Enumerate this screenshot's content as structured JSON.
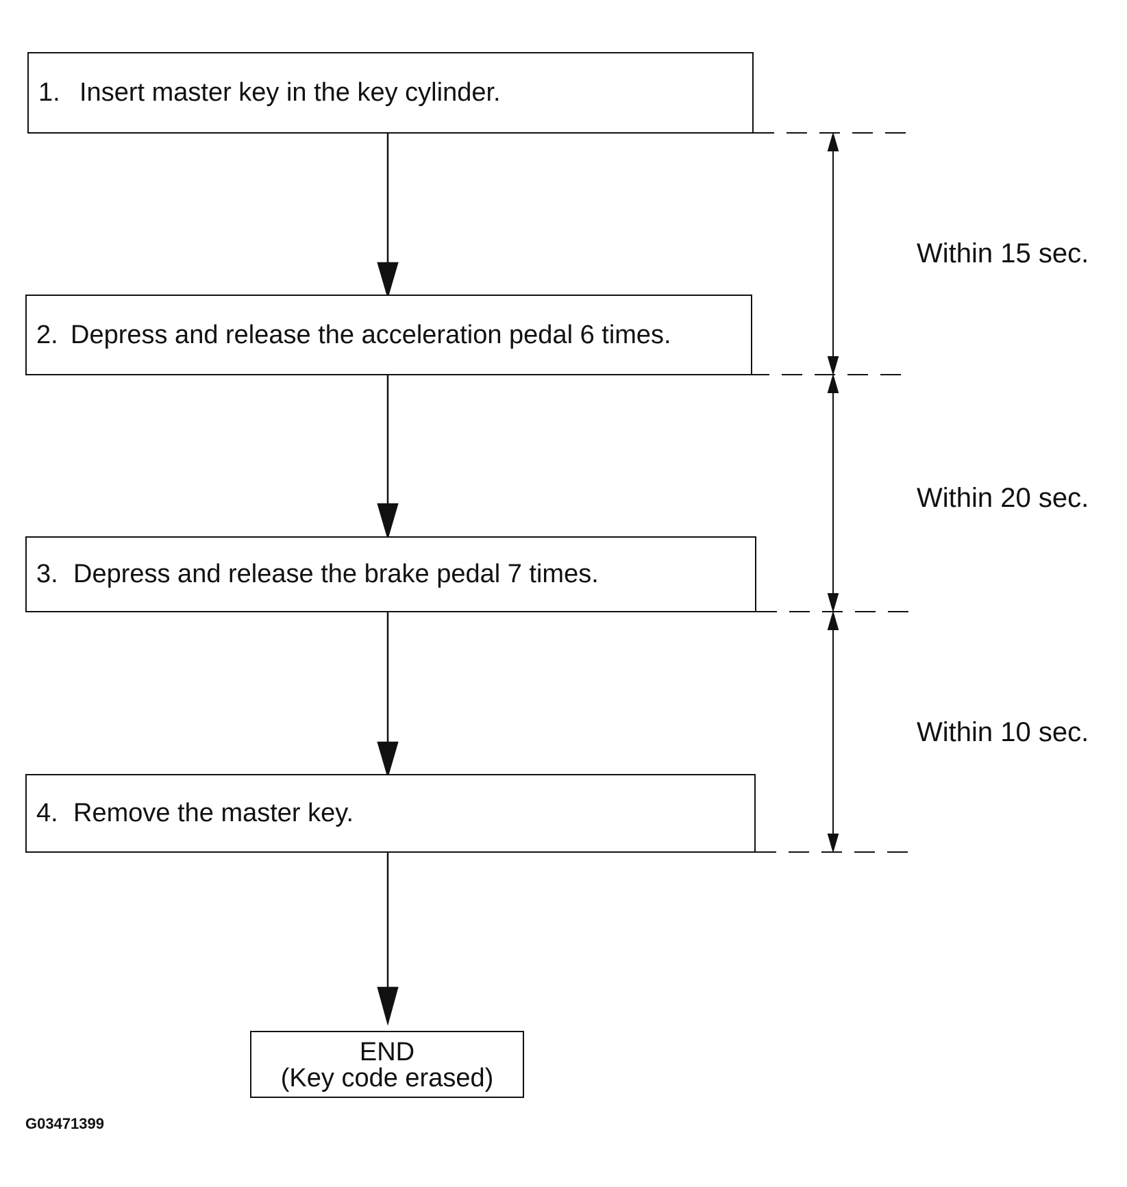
{
  "steps": [
    {
      "number": "1.",
      "text": "Insert master key in the key cylinder."
    },
    {
      "number": "2.",
      "text": "Depress and release the acceleration pedal 6 times."
    },
    {
      "number": "3.",
      "text": "Depress and release the brake pedal 7 times."
    },
    {
      "number": "4.",
      "text": "Remove the master key."
    }
  ],
  "end": {
    "line1": "END",
    "line2": "(Key code erased)"
  },
  "timings": [
    {
      "label": "Within 15 sec."
    },
    {
      "label": "Within 20 sec."
    },
    {
      "label": "Within 10 sec."
    }
  ],
  "figure_id": "G03471399"
}
